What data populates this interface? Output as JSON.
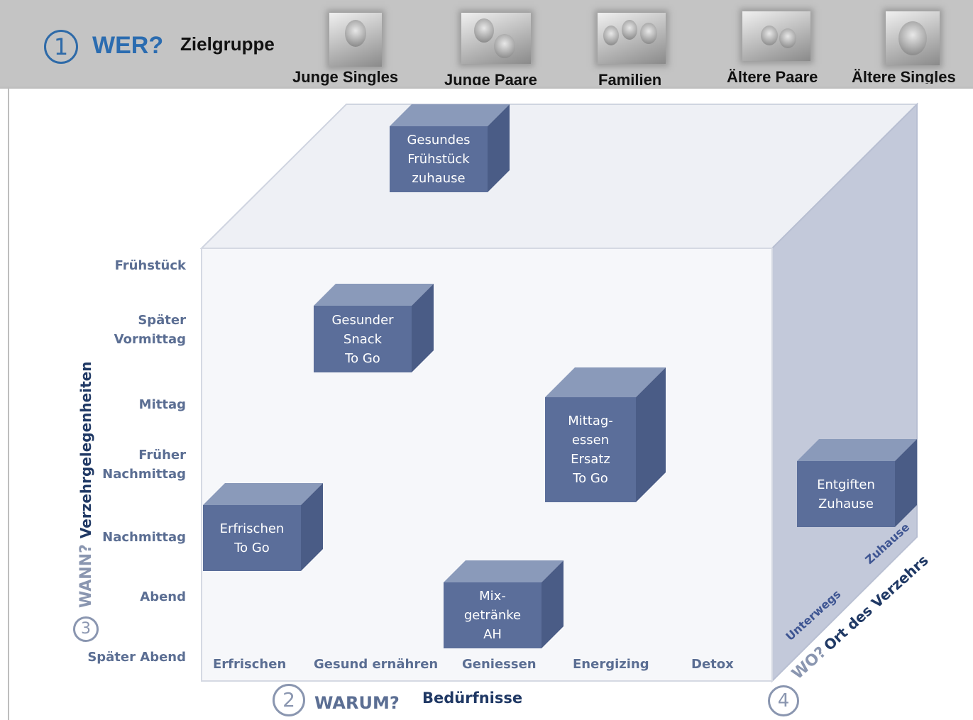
{
  "header": {
    "number": "1",
    "title": "WER?",
    "subtitle": "Zielgruppe",
    "groups": [
      {
        "label": "Junge Singles",
        "icon": "young-single-photo"
      },
      {
        "label": "Junge Paare",
        "icon": "young-couple-photo"
      },
      {
        "label": "Familien",
        "icon": "family-photo"
      },
      {
        "label": "Ältere Paare",
        "icon": "older-couple-photo"
      },
      {
        "label": "Ältere Singles",
        "icon": "older-single-photo"
      }
    ]
  },
  "wann": {
    "number": "3",
    "title": "WANN?",
    "subtitle": "Verzehrgelegenheiten",
    "times": [
      "Frühstück",
      "Später\nVormittag",
      "Mittag",
      "Früher\nNachmittag",
      "Nachmittag",
      "Abend",
      "Später Abend"
    ]
  },
  "warum": {
    "number": "2",
    "title": "WARUM?",
    "subtitle": "Bedürfnisse",
    "needs": [
      "Erfrischen",
      "Gesund ernähren",
      "Geniessen",
      "Energizing",
      "Detox"
    ]
  },
  "wo": {
    "number": "4",
    "title": "WO?",
    "subtitle": "Ort des Verzehrs",
    "places": [
      "Unterwegs",
      "Zuhause"
    ]
  },
  "boxes": [
    {
      "label": "Gesundes\nFrühstück\nzuhause"
    },
    {
      "label": "Gesunder\nSnack\nTo Go"
    },
    {
      "label": "Mittag-\nessen\nErsatz\nTo Go"
    },
    {
      "label": "Entgiften\nZuhause"
    },
    {
      "label": "Erfrischen\nTo Go"
    },
    {
      "label": "Mix-\ngetränke\nAH"
    }
  ],
  "colors": {
    "box_front": "#5b6e9a",
    "box_top": "#8a9aba",
    "box_side": "#4a5c86",
    "cube_right_face": "#c3c9da",
    "cube_top_face": "#eef0f5",
    "label_color": "#5b6e93",
    "header_bg": "#c4c4c4",
    "accent_blue": "#2b6cb0"
  }
}
